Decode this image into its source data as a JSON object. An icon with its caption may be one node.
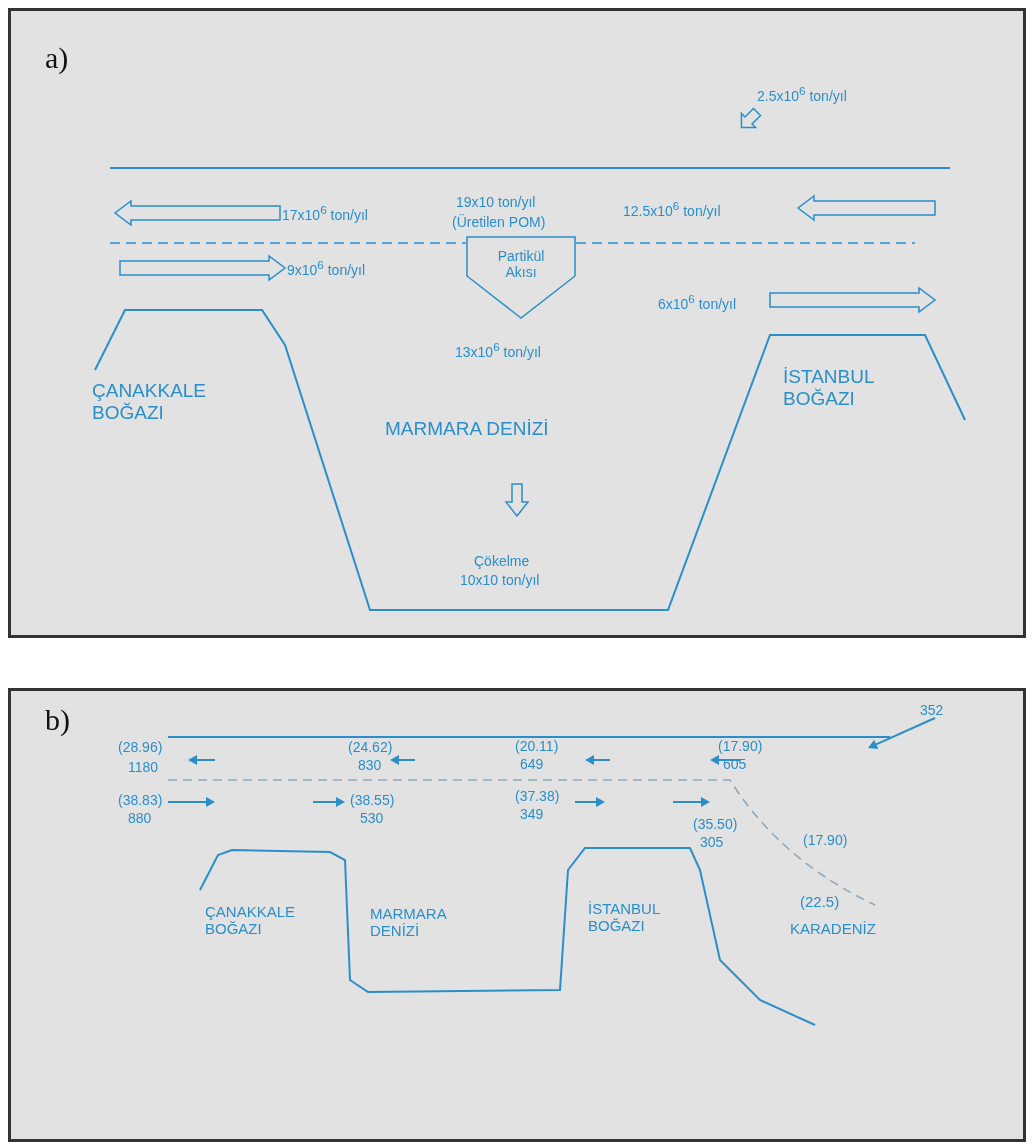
{
  "diagram": {
    "nodes": [
      {
        "text": [
          "a)"
        ]
      },
      {
        "text": [
          "Partikül Akısı"
        ],
        "in": 0
      },
      {
        "text": [
          "b)"
        ]
      }
    ],
    "labels": [
      "2.5x10$^{6}$ ton/yıl",
      "17x10$^{6}$ ton/yıl",
      "19x10 ton/yıl",
      "(Üretilen POM)",
      "12.5x10$^{6}$ ton/yıl",
      "9x10$^{6}$ ton/yıl",
      "6x10$^{6}$ ton/yıl",
      "13x10$^{6}$ ton/yıl",
      "ÇANAKKALE BOĞAZI",
      "MARMARA DENİZİ",
      "İSTANBUL BOĞAZI",
      "Çökelme",
      "10x10 ton/yıl",
      "352",
      "(28.96)",
      "1180",
      "(24.62)",
      "830",
      "(20.11)",
      "649",
      "(17.90)",
      "605",
      "(38.83)",
      "880",
      "(38.55)",
      "530",
      "(37.38)",
      "349",
      "(35.50)",
      "305",
      "(17.90)",
      "ÇANAKKALE BOĞAZI",
      "MARMARA DENİZİ",
      "İSTANBUL BOĞAZI",
      "(22.5)",
      "KARADENİZ"
    ]
  }
}
